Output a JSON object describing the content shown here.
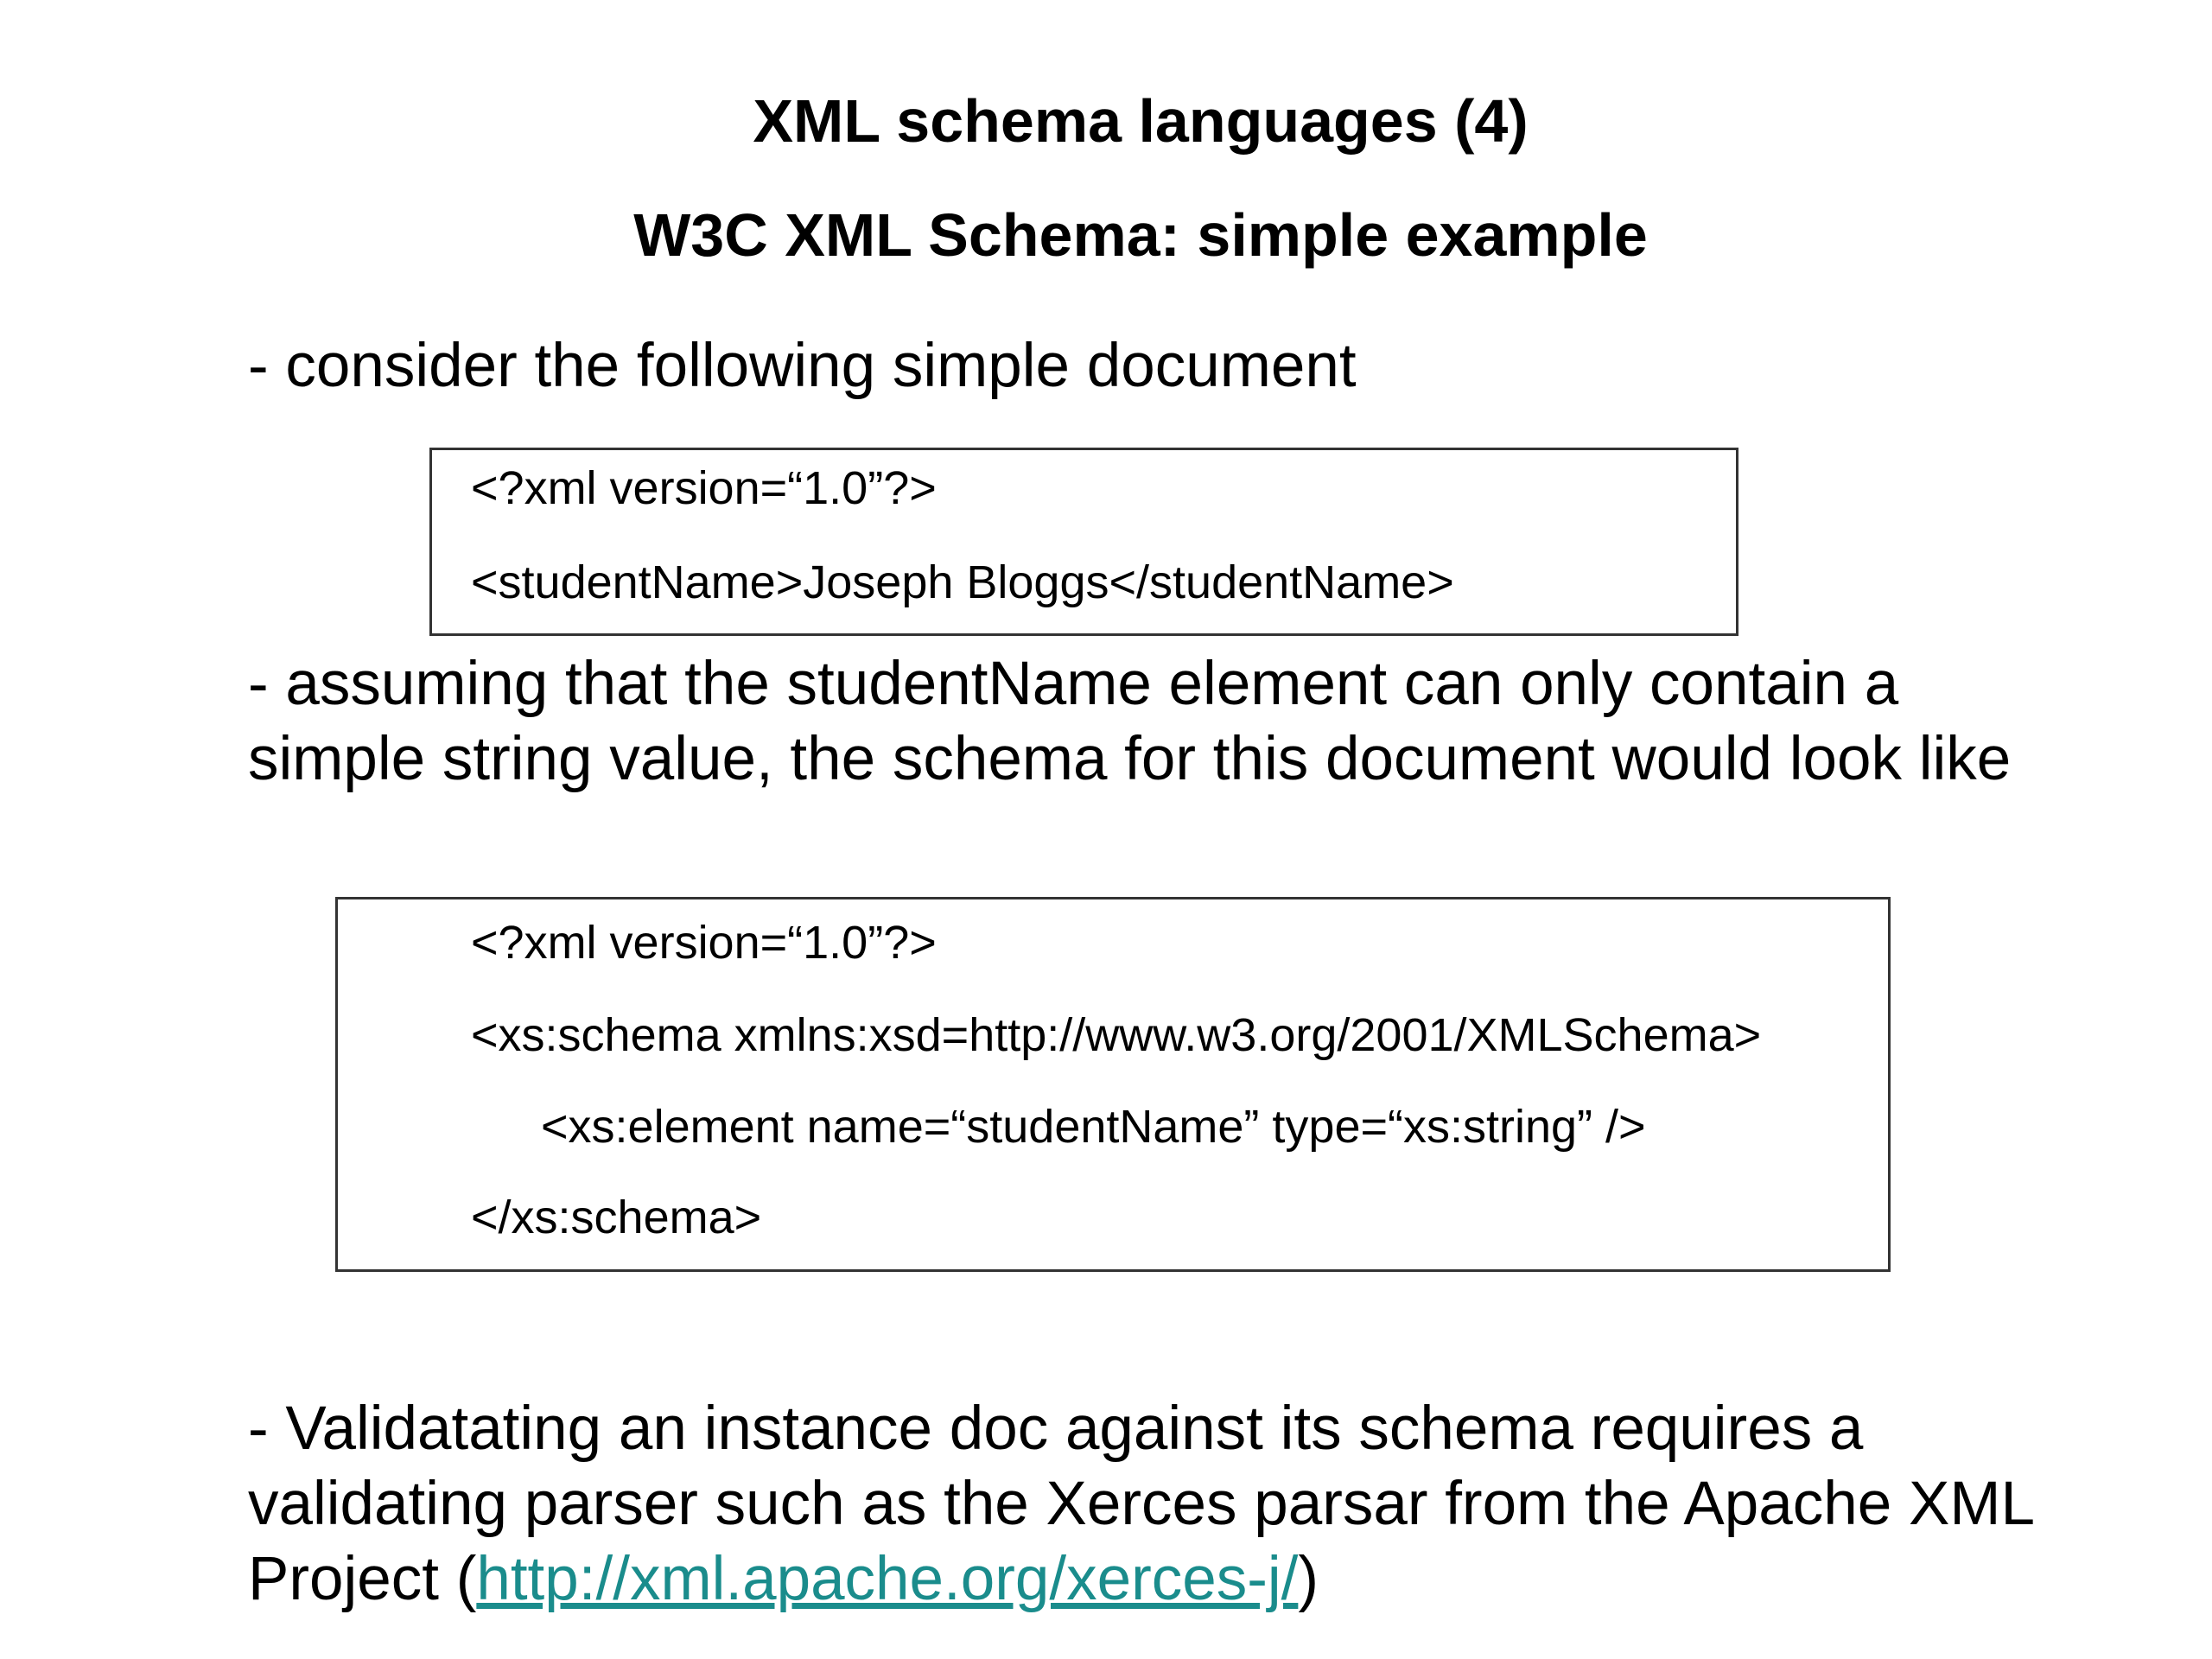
{
  "slide": {
    "title": "XML schema languages (4)",
    "subtitle": "W3C XML Schema: simple example",
    "para1": "- consider the following simple document",
    "code1": [
      "<?xml version=“1.0”?>",
      "<studentName>Joseph Bloggs</studentName>"
    ],
    "para2": "- assuming that the studentName element can only contain a simple string value, the schema for this document would look like",
    "code2": [
      "<?xml version=“1.0”?>",
      "<xs:schema xmlns:xsd=http://www.w3.org/2001/XMLSchema>",
      "<xs:element name=“studentName” type=“xs:string” />",
      "</xs:schema>"
    ],
    "para3_text": "- Validatating an instance doc against its schema requires a validating parser such as the Xerces parsar from the Apache XML Project (",
    "para3_link": "http://xml.apache.org/xerces-j/",
    "para3_close": ")",
    "link_color": "#1a8c8c"
  }
}
